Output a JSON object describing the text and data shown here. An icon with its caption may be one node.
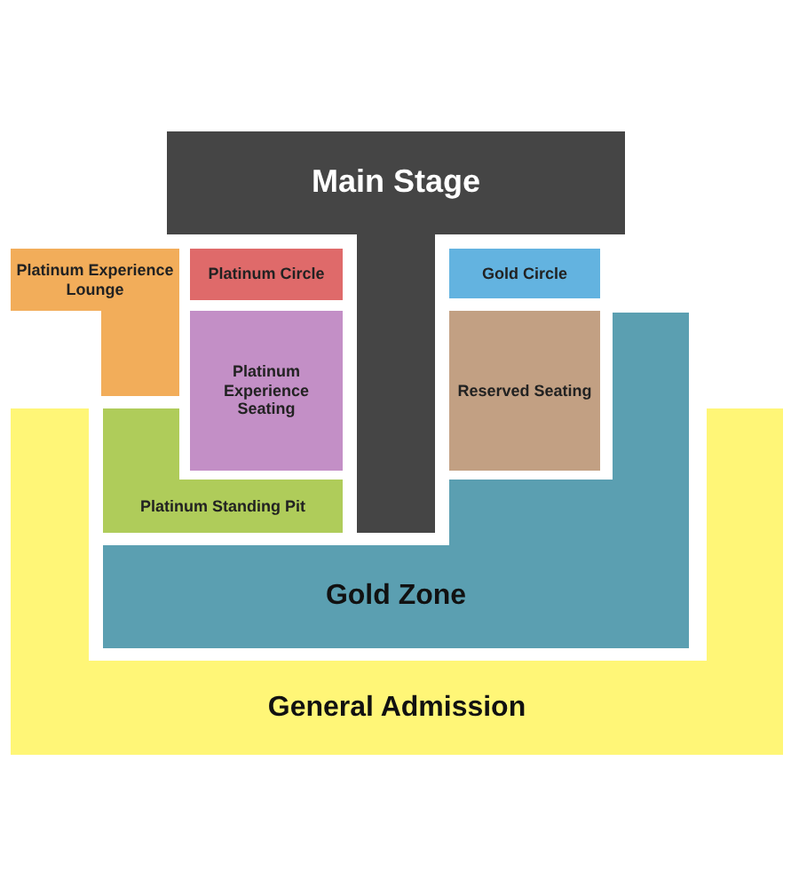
{
  "diagram": {
    "nodes": [
      {
        "text": [
          "Main Stage"
        ]
      },
      {
        "text": [
          "Platinum Experience Lounge"
        ]
      },
      {
        "text": [
          "Platinum Circle"
        ]
      },
      {
        "text": [
          "Gold Circle"
        ]
      },
      {
        "text": [
          "Platinum Experience Seating"
        ]
      },
      {
        "text": [
          "Reserved Seating"
        ]
      },
      {
        "text": [
          "Platinum Standing Pit"
        ]
      },
      {
        "text": [
          "Gold Zone"
        ]
      },
      {
        "text": [
          "General Admission"
        ]
      }
    ]
  }
}
